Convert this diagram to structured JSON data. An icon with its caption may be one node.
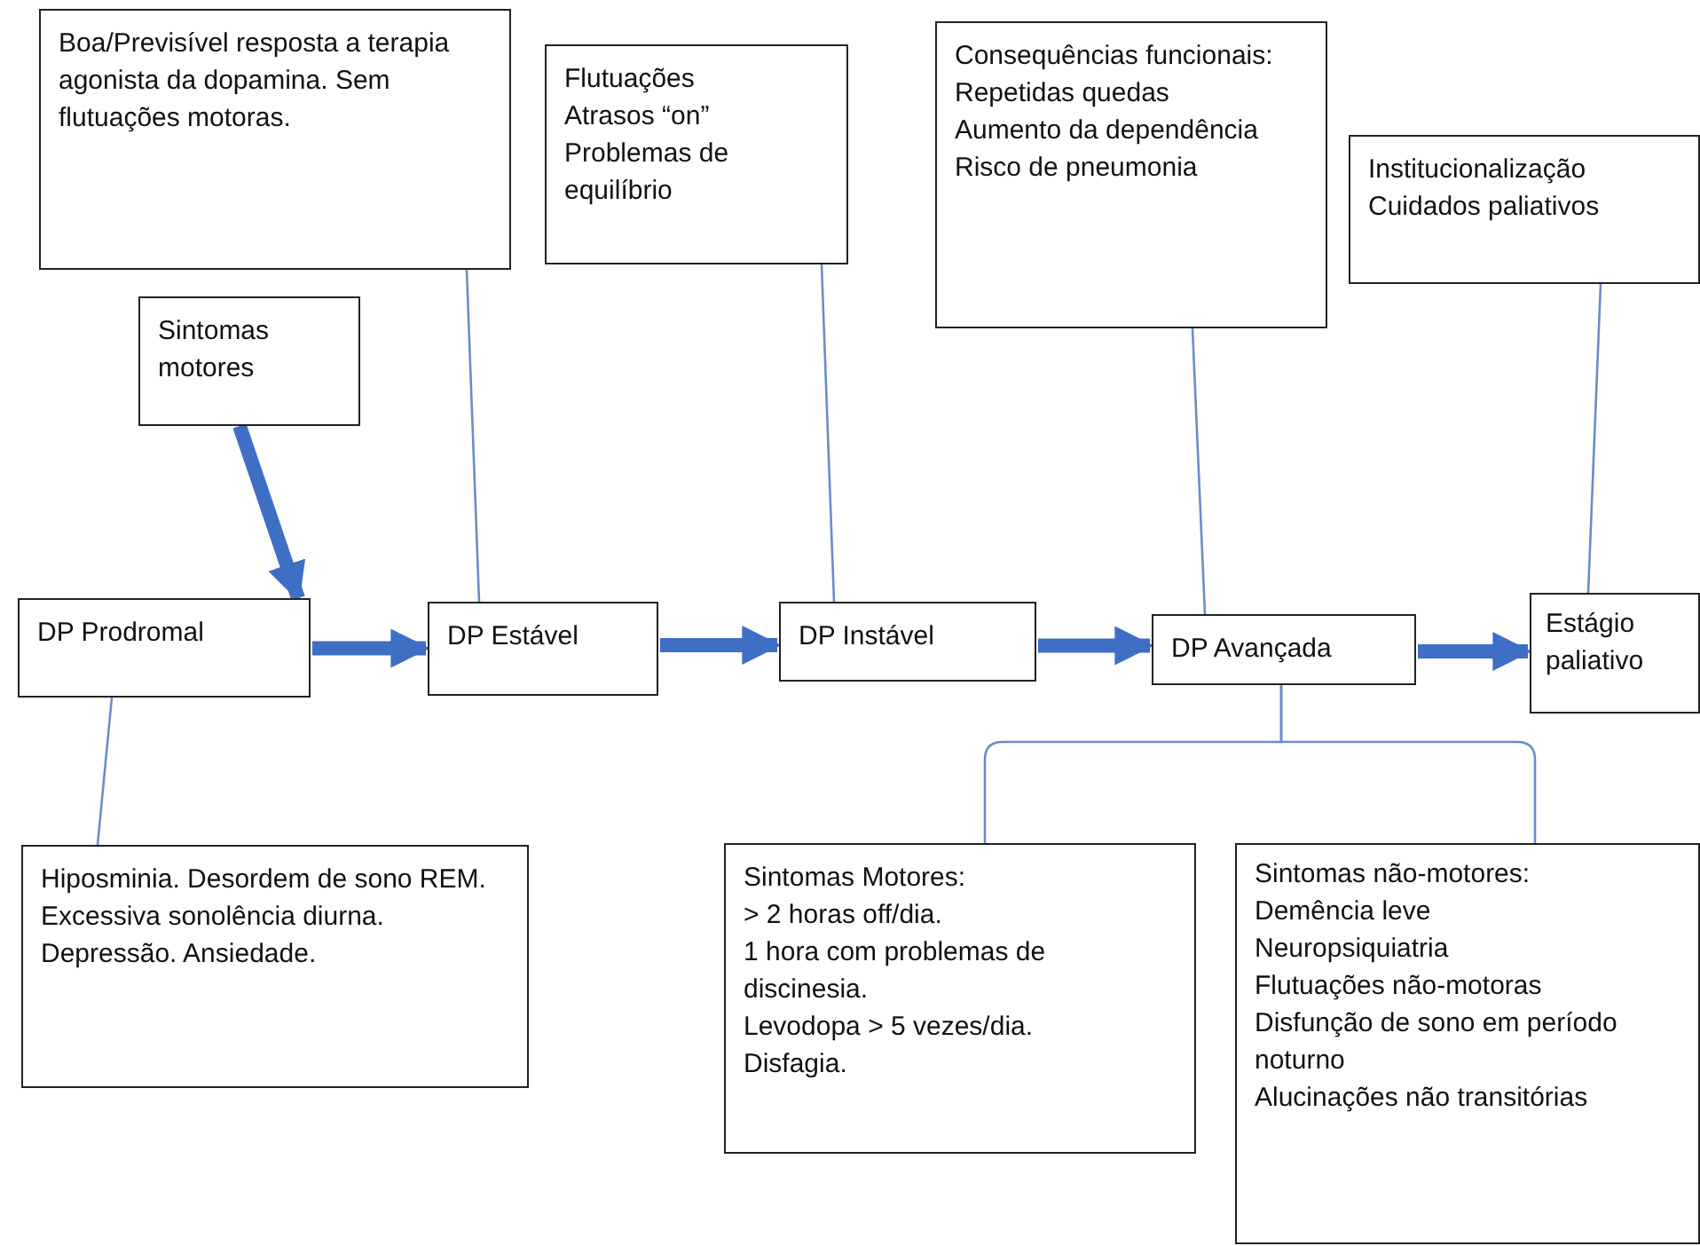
{
  "diagram": {
    "nodes": [
      {
        "text": [
          "Boa/Previsível resposta a terapia agonista da dopamina. Sem flutuações motoras."
        ]
      },
      {
        "text": [
          "Flutuações",
          "Atrasos “on”",
          "Problemas de equilíbrio"
        ]
      },
      {
        "text": [
          "Consequências funcionais:",
          "Repetidas quedas",
          "Aumento da dependência",
          "Risco de pneumonia"
        ]
      },
      {
        "text": [
          "Institucionalização",
          "Cuidados paliativos"
        ]
      },
      {
        "text": [
          "Sintomas motores"
        ]
      },
      {
        "text": [
          "DP Prodromal"
        ]
      },
      {
        "text": [
          "DP Estável"
        ]
      },
      {
        "text": [
          "DP Instável"
        ]
      },
      {
        "text": [
          "DP Avançada"
        ]
      },
      {
        "text": [
          "Estágio paliativo"
        ]
      },
      {
        "text": [
          "Hiposminia. Desordem de sono REM. Excessiva sonolência diurna. Depressão. Ansiedade."
        ]
      },
      {
        "text": [
          "Sintomas Motores:",
          "> 2 horas off/dia.",
          "1 hora com problemas de discinesia.",
          "Levodopa > 5 vezes/dia.",
          "Disfagia."
        ]
      },
      {
        "text": [
          "Sintomas não-motores:",
          "Demência leve",
          "Neuropsiquiatria",
          "Flutuações não-motoras",
          "Disfunção de sono em período noturno",
          "Alucinações não transitórias"
        ]
      }
    ],
    "edges": [
      {
        "from": 0,
        "to": 6,
        "arrow": "none"
      },
      {
        "from": 1,
        "to": 7,
        "arrow": "none"
      },
      {
        "from": 2,
        "to": 8,
        "arrow": "none"
      },
      {
        "from": 3,
        "to": 9,
        "arrow": "none"
      },
      {
        "from": 4,
        "to": 5,
        "arrow": "to",
        "style": "thick"
      },
      {
        "from": 5,
        "to": 6,
        "arrow": "to",
        "style": "thick"
      },
      {
        "from": 6,
        "to": 7,
        "arrow": "to",
        "style": "thick"
      },
      {
        "from": 7,
        "to": 8,
        "arrow": "to",
        "style": "thick"
      },
      {
        "from": 8,
        "to": 9,
        "arrow": "to",
        "style": "thick"
      },
      {
        "from": 5,
        "to": 10,
        "arrow": "none"
      },
      {
        "from": 8,
        "to": 11,
        "arrow": "none"
      },
      {
        "from": 8,
        "to": 12,
        "arrow": "none"
      }
    ]
  }
}
